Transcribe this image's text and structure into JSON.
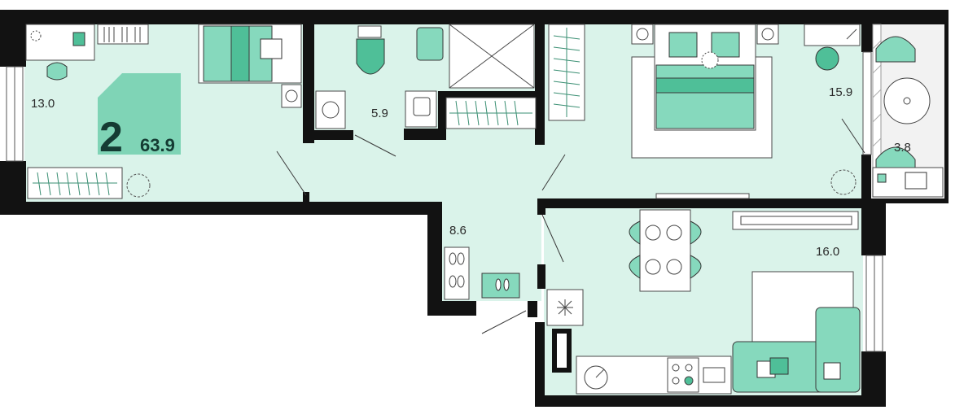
{
  "plan": {
    "rooms_count": "2",
    "total_area": "63.9",
    "rooms": [
      {
        "id": "bedroom-left",
        "area": "13.0"
      },
      {
        "id": "bathroom",
        "area": "5.9"
      },
      {
        "id": "hallway",
        "area": "8.6"
      },
      {
        "id": "bedroom-right",
        "area": "15.9"
      },
      {
        "id": "balcony",
        "area": "3.8"
      },
      {
        "id": "kitchen-living",
        "area": "16.0"
      }
    ]
  },
  "colors": {
    "floor": "#daf3ea",
    "balcony_floor": "#f2f2f2",
    "walls": "#121212",
    "accent": "#86d9bd",
    "accent_dark": "#4fbf98",
    "badge_bg": "#7fd4b6",
    "badge_text": "#153b33"
  }
}
